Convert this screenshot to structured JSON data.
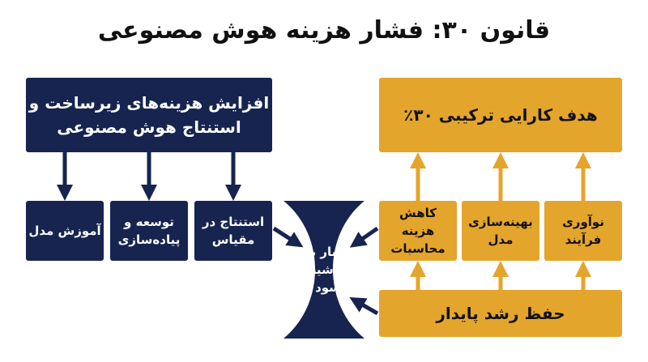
{
  "title": "قانون ۳۰: فشار هزینه هوش مصنوعی",
  "left_top": "افزایش هزینه‌های زیرساخت و\nاستنتاج هوش مصنوعی",
  "left_items": [
    "استنتاج در\nمقیاس",
    "توسعه و\nپیاده‌سازی",
    "آموزش مدل"
  ],
  "center": "فشار بر\nحاشیه\nسود",
  "right_top": "هدف کارایی ترکیبی ۳۰٪",
  "right_items": [
    "کاهش\nهزینه\nمحاسبات",
    "بهینه‌سازی\nمدل",
    "نوآوری\nفرآیند"
  ],
  "right_bottom": "حفظ رشد پایدار",
  "colors": {
    "navy": "#16244f",
    "gold": "#e4a52c"
  }
}
